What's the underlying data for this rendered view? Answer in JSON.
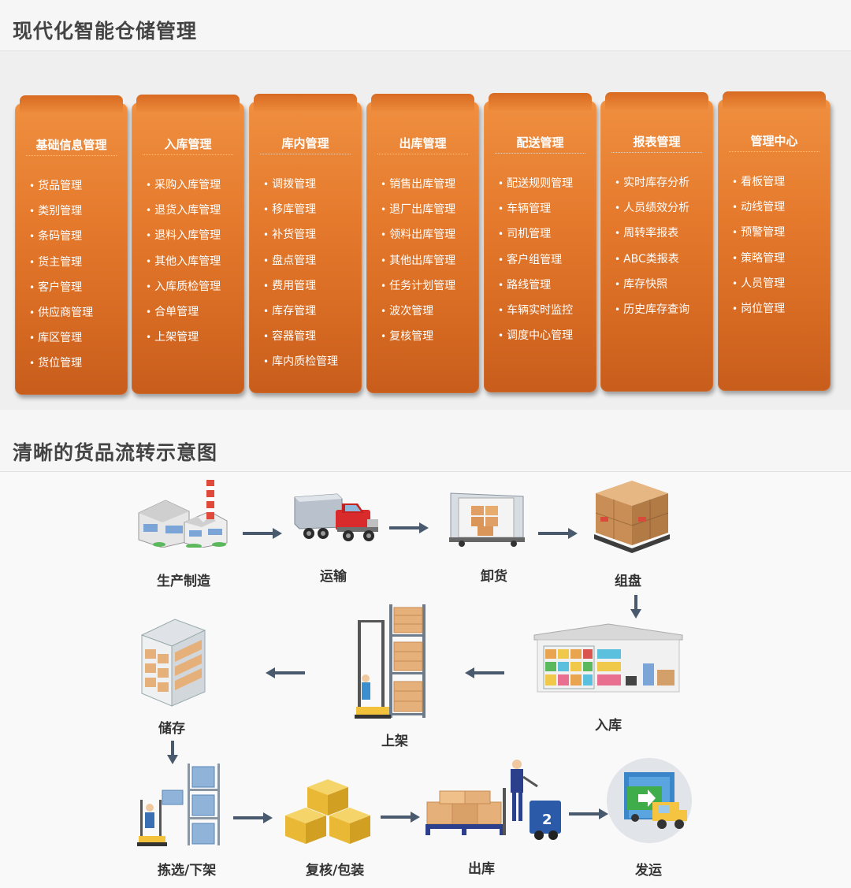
{
  "sections": {
    "modules_title": "现代化智能仓储管理",
    "flow_title": "清晰的货品流转示意图"
  },
  "modules": [
    {
      "title": "基础信息管理",
      "items": [
        "货品管理",
        "类别管理",
        "条码管理",
        "货主管理",
        "客户管理",
        "供应商管理",
        "库区管理",
        "货位管理"
      ]
    },
    {
      "title": "入库管理",
      "items": [
        "采购入库管理",
        "退货入库管理",
        "退料入库管理",
        "其他入库管理",
        "入库质检管理",
        "合单管理",
        "上架管理"
      ]
    },
    {
      "title": "库内管理",
      "items": [
        "调拨管理",
        "移库管理",
        "补货管理",
        "盘点管理",
        "费用管理",
        "库存管理",
        "容器管理",
        "库内质检管理"
      ]
    },
    {
      "title": "出库管理",
      "items": [
        "销售出库管理",
        "退厂出库管理",
        "领料出库管理",
        "其他出库管理",
        "任务计划管理",
        "波次管理",
        "复核管理"
      ]
    },
    {
      "title": "配送管理",
      "items": [
        "配送规则管理",
        "车辆管理",
        "司机管理",
        "客户组管理",
        "路线管理",
        "车辆实时监控",
        "调度中心管理"
      ]
    },
    {
      "title": "报表管理",
      "items": [
        "实时库存分析",
        "人员绩效分析",
        "周转率报表",
        "ABC类报表",
        "库存快照",
        "历史库存查询"
      ]
    },
    {
      "title": "管理中心",
      "items": [
        "看板管理",
        "动线管理",
        "预警管理",
        "策略管理",
        "人员管理",
        "岗位管理"
      ]
    }
  ],
  "flow": {
    "production": "生产制造",
    "transport": "运输",
    "unload": "卸货",
    "palletize": "组盘",
    "inbound": "入库",
    "shelving": "上架",
    "storage": "储存",
    "picking": "拣选/下架",
    "review_pack": "复核/包装",
    "outbound": "出库",
    "ship": "发运",
    "forklift_number": "2"
  },
  "colors": {
    "card_orange": "#e57a2d",
    "arrow": "#4a5a6e",
    "box_brown": "#d4a06a"
  },
  "icons": [
    "factory-icon",
    "truck-icon",
    "unloading-truck-icon",
    "pallet-boxes-icon",
    "warehouse-icon",
    "rack-icon",
    "storage-shelf-icon",
    "picker-icon",
    "boxes-icon",
    "pallet-jack-icon",
    "dock-truck-icon",
    "arrow-icon"
  ]
}
